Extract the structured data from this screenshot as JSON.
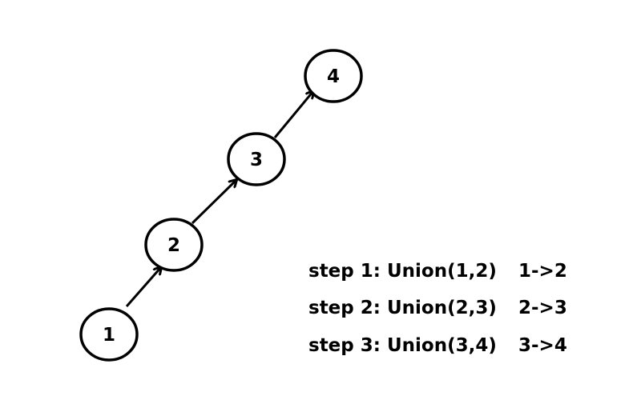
{
  "colors": {
    "stroke": "#000000",
    "background": "#ffffff"
  },
  "nodes": [
    {
      "label": "1"
    },
    {
      "label": "2"
    },
    {
      "label": "3"
    },
    {
      "label": "4"
    }
  ],
  "edges": [
    {
      "from": "1",
      "to": "2"
    },
    {
      "from": "2",
      "to": "3"
    },
    {
      "from": "3",
      "to": "4"
    }
  ],
  "steps": [
    {
      "label": "step 1: Union(1,2)",
      "result": "1->2"
    },
    {
      "label": "step 2: Union(2,3)",
      "result": "2->3"
    },
    {
      "label": "step 3: Union(3,4)",
      "result": "3->4"
    }
  ]
}
